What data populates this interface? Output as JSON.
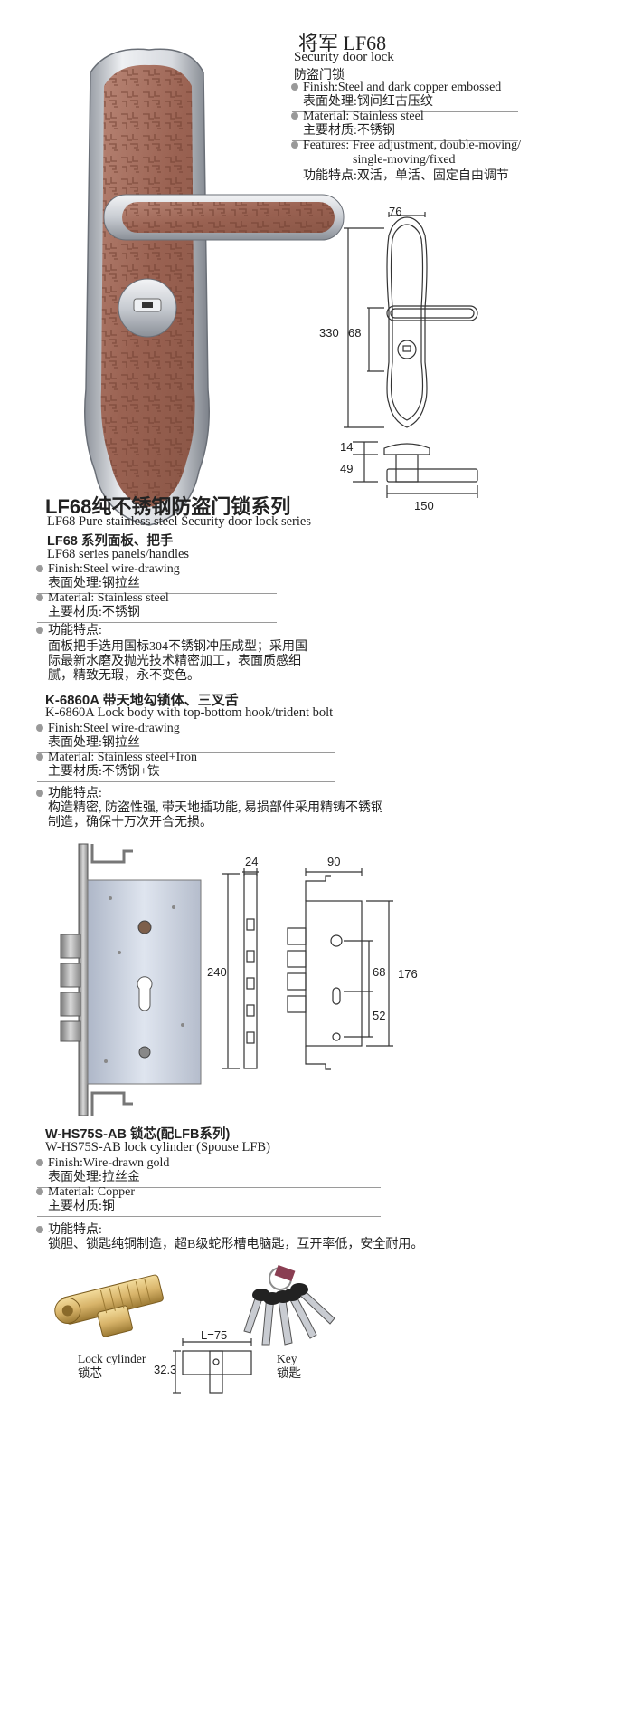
{
  "top": {
    "title": "将军 LF68",
    "subtitle_en": "Security door lock",
    "subtitle_cn": "防盗门锁",
    "specs": [
      {
        "en": "Finish:Steel and dark copper embossed",
        "cn": "表面处理:钢间红古压纹"
      },
      {
        "en": "Material: Stainless steel",
        "cn": "主要材质:不锈钢"
      },
      {
        "en": "Features: Free adjustment, double-moving/",
        "en2": "single-moving/fixed",
        "cn": "功能特点:双活，单活、固定自由调节"
      }
    ]
  },
  "handle_dims": {
    "width": "76",
    "height": "330",
    "handle": "68",
    "depth1": "14",
    "depth2": "49",
    "length": "150"
  },
  "series": {
    "title": "LF68纯不锈钢防盗门锁系列",
    "title_en": "LF68 Pure stainless steel Security door lock series",
    "panel_cn": "LF68 系列面板、把手",
    "panel_en": "LF68 series panels/handles",
    "finish_en": "Finish:Steel wire-drawing",
    "finish_cn": "表面处理:钢拉丝",
    "material_en": "Material: Stainless steel",
    "material_cn": "主要材质:不锈钢",
    "features_label": "功能特点:",
    "features_lines": [
      "面板把手选用国标304不锈钢冲压成型；采用国",
      "际最新水磨及抛光技术精密加工，表面质感细",
      "腻，精致无瑕，永不变色。"
    ]
  },
  "lockbody": {
    "title": "K-6860A 带天地勾锁体、三叉舌",
    "title_en": "K-6860A Lock body with top-bottom hook/trident bolt",
    "finish_en": "Finish:Steel wire-drawing",
    "finish_cn": "表面处理:钢拉丝",
    "material_en": "Material:  Stainless steel+Iron",
    "material_cn": "主要材质:不锈钢+铁",
    "features_label": "功能特点:",
    "features_lines": [
      "构造精密, 防盗性强, 带天地插功能, 易损部件采用精铸不锈钢",
      "制造，确保十万次开合无损。"
    ],
    "dims": {
      "w1": "24",
      "h1": "240",
      "w2": "90",
      "h2": "176",
      "d1": "68",
      "d2": "52"
    }
  },
  "cylinder": {
    "title": "W-HS75S-AB 锁芯(配LFB系列)",
    "title_en": "W-HS75S-AB lock cylinder (Spouse LFB)",
    "finish_en": "Finish:Wire-drawn gold",
    "finish_cn": "表面处理:拉丝金",
    "material_en": "Material:  Copper",
    "material_cn": "主要材质:铜",
    "features_label": "功能特点:",
    "features_line": "锁胆、锁匙纯铜制造，超B级蛇形槽电脑匙，互开率低，安全耐用。",
    "caption_cyl_en": "Lock cylinder",
    "caption_cyl_cn": "锁芯",
    "caption_key_en": "Key",
    "caption_key_cn": "锁匙",
    "dim_len": "L=75",
    "dim_h": "32.3"
  },
  "colors": {
    "copper": "#a26f60",
    "steel": "#c9ccd2",
    "gold": "#d8b46a",
    "rule": "#9a9a9a"
  }
}
